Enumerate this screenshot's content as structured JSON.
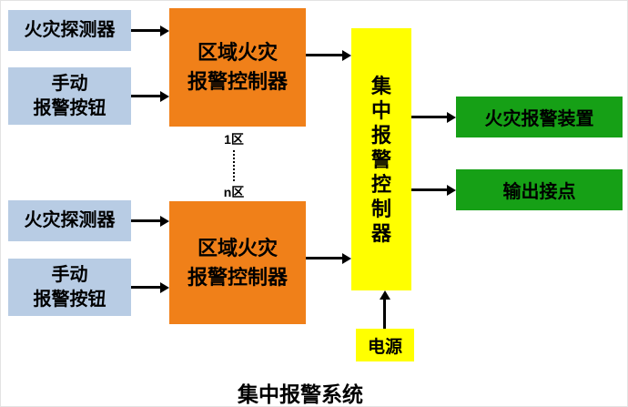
{
  "title": "集中报警系统",
  "nodes": {
    "detector_top": "火灾探测器",
    "manual_top": "手动\n报警按钮",
    "detector_bottom": "火灾探测器",
    "manual_bottom": "手动\n报警按钮",
    "regional_top": "区域火灾\n报警控制器",
    "regional_bottom": "区域火灾\n报警控制器",
    "zone_first": "1区",
    "zone_last": "n区",
    "central": "集中报警控制器",
    "power": "电源",
    "alarm_device": "火灾报警装置",
    "output_contact": "输出接点"
  },
  "colors": {
    "input": "#b8cce4",
    "regional": "#f08019",
    "central": "#ffff00",
    "output": "#16a016"
  }
}
